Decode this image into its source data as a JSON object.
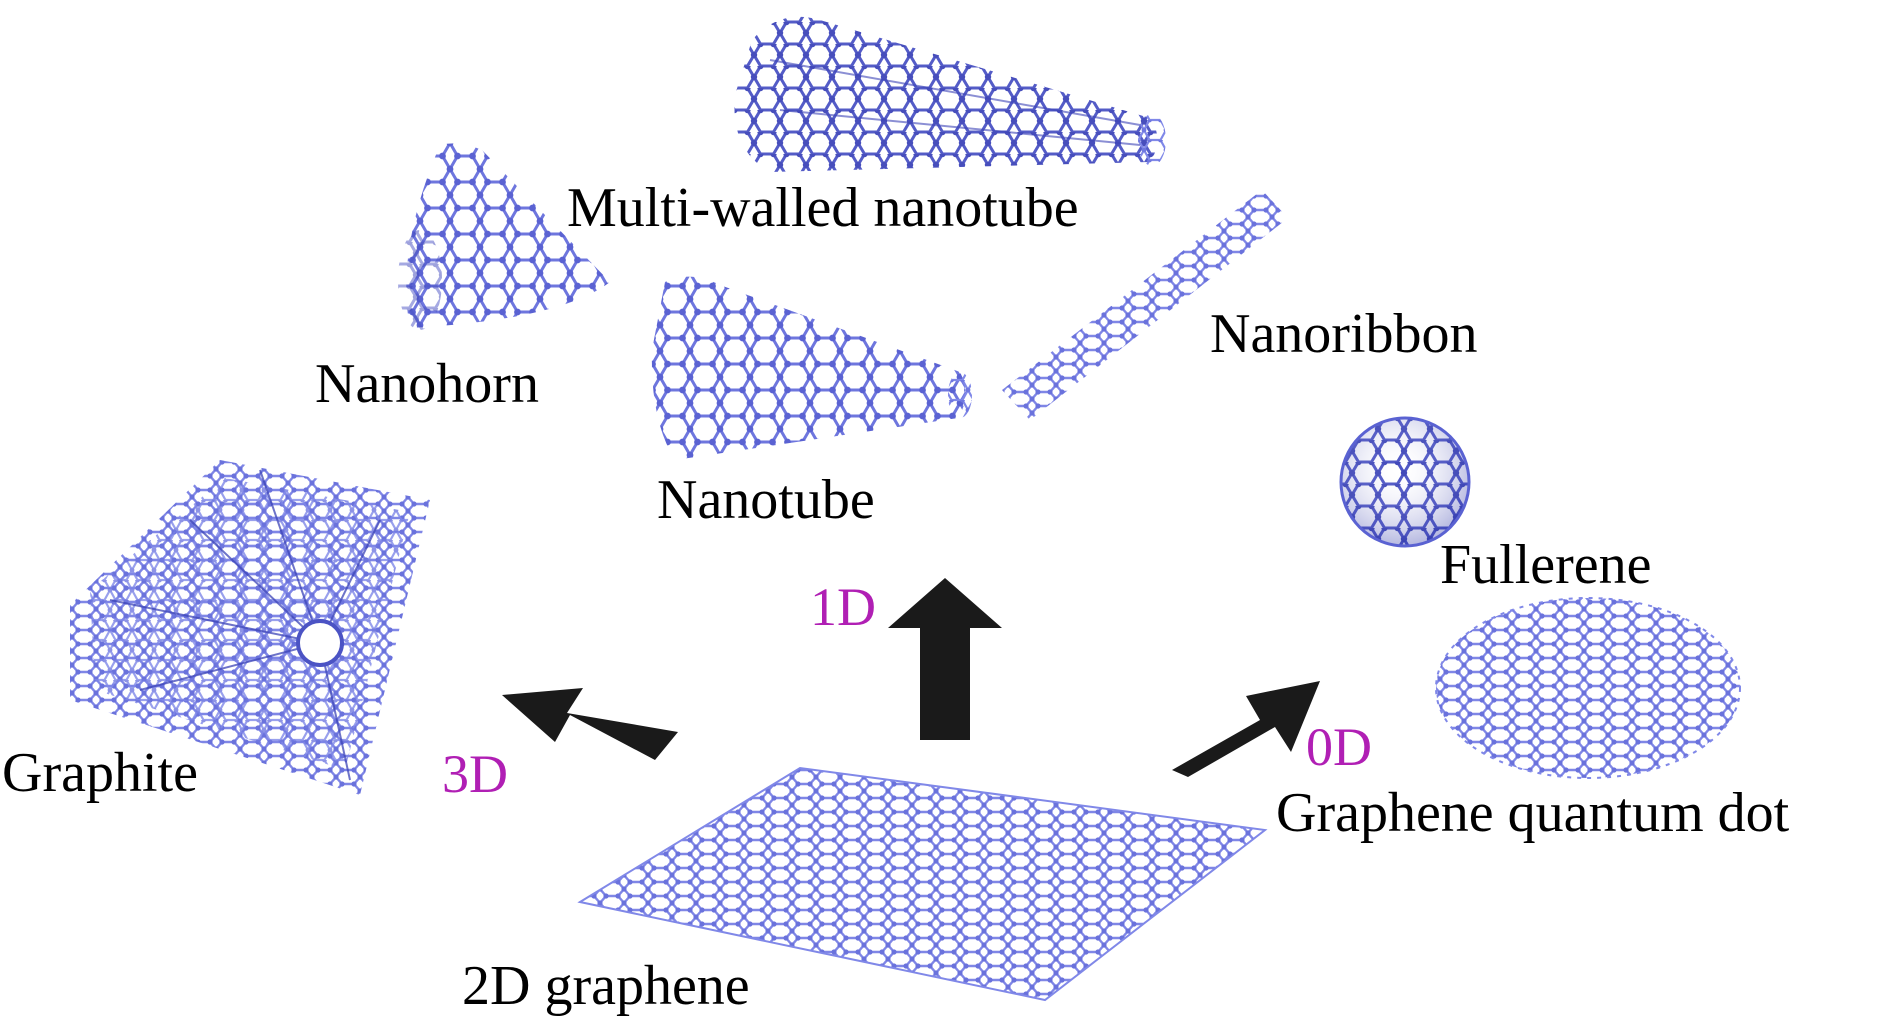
{
  "labels": {
    "multi_walled": "Multi-walled nanotube",
    "nanohorn": "Nanohorn",
    "nanoribbon": "Nanoribbon",
    "nanotube": "Nanotube",
    "fullerene": "Fullerene",
    "graphite": "Graphite",
    "quantum_dot": "Graphene quantum dot",
    "graphene_2d": "2D graphene"
  },
  "dimensions": {
    "d1": "1D",
    "d3": "3D",
    "d0": "0D"
  },
  "colors": {
    "lattice": "#7f86e6",
    "lattice_dark": "#3d45b8",
    "arrow": "#1a1a1a",
    "dimension_text": "#b01fb4"
  },
  "icons": [
    "arrow-up-icon",
    "arrow-upleft-icon",
    "arrow-upright-icon"
  ]
}
